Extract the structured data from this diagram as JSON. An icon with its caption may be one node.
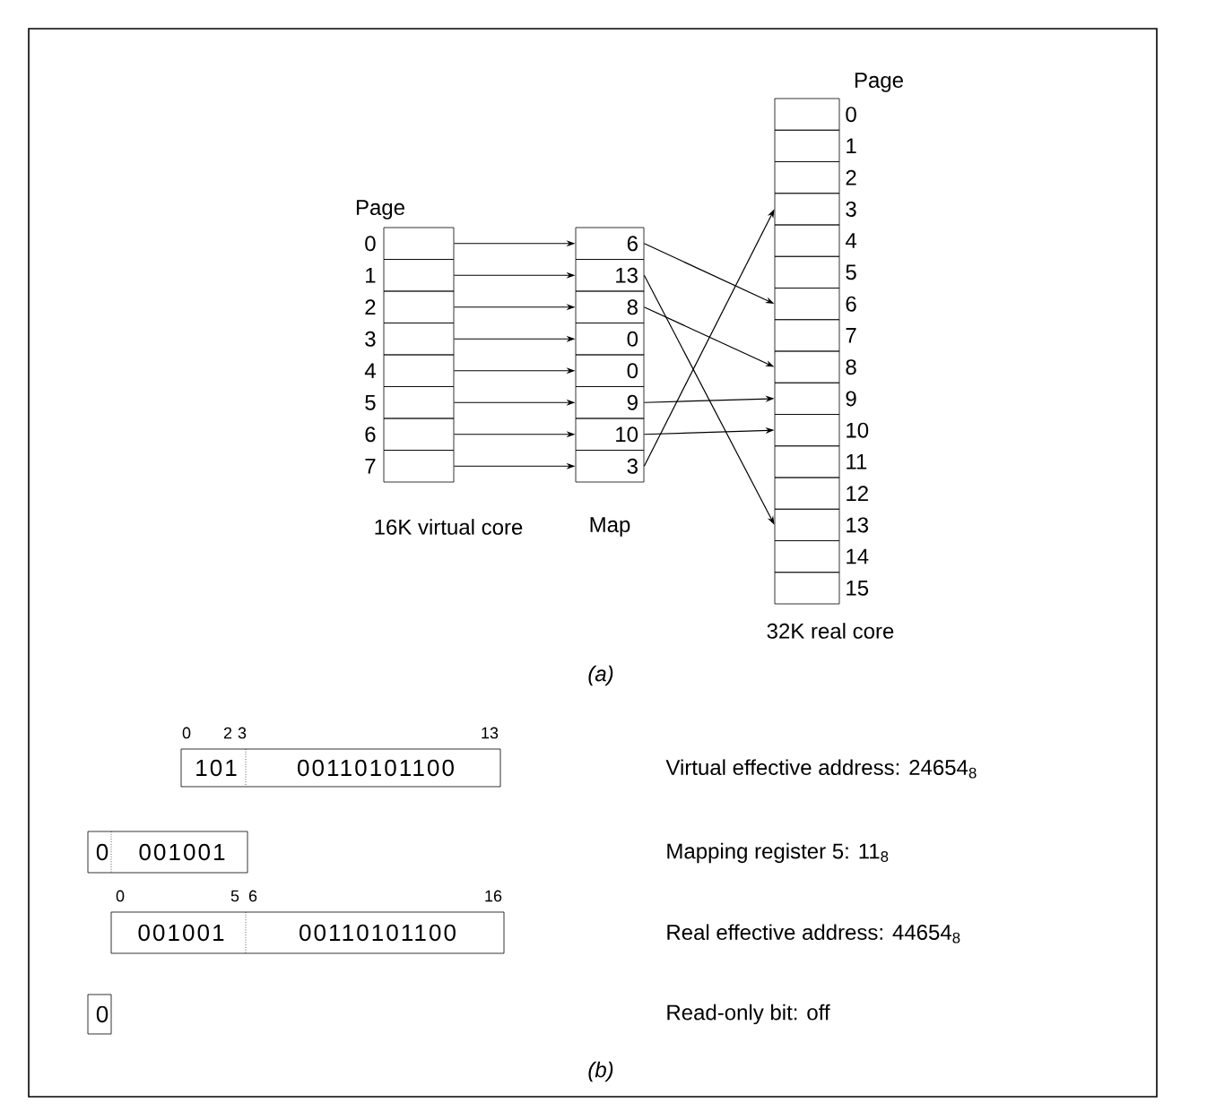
{
  "diagram": {
    "nodes": [
      {
        "text": [],
        "shape": "box",
        "beside": [
          "0"
        ]
      },
      {
        "text": [],
        "shape": "box",
        "beside": [
          "1"
        ]
      },
      {
        "text": [],
        "shape": "box",
        "beside": [
          "2"
        ]
      },
      {
        "text": [],
        "shape": "box",
        "beside": [
          "3"
        ]
      },
      {
        "text": [],
        "shape": "box",
        "beside": [
          "4"
        ]
      },
      {
        "text": [],
        "shape": "box",
        "beside": [
          "5"
        ]
      },
      {
        "text": [],
        "shape": "box",
        "beside": [
          "6"
        ]
      },
      {
        "text": [],
        "shape": "box",
        "beside": [
          "7"
        ]
      },
      {
        "text": [
          "6"
        ]
      },
      {
        "text": [
          "13"
        ]
      },
      {
        "text": [
          "8"
        ]
      },
      {
        "text": [
          "0"
        ]
      },
      {
        "text": [
          "0"
        ]
      },
      {
        "text": [
          "9"
        ]
      },
      {
        "text": [
          "10"
        ]
      },
      {
        "text": [
          "3"
        ]
      },
      {
        "text": [],
        "shape": "box",
        "beside": [
          "0"
        ]
      },
      {
        "text": [],
        "shape": "box",
        "beside": [
          "1"
        ]
      },
      {
        "text": [],
        "shape": "box",
        "beside": [
          "2"
        ]
      },
      {
        "text": [],
        "shape": "box",
        "beside": [
          "3"
        ]
      },
      {
        "text": [],
        "shape": "box",
        "beside": [
          "4"
        ]
      },
      {
        "text": [],
        "shape": "box",
        "beside": [
          "5"
        ]
      },
      {
        "text": [],
        "shape": "box",
        "beside": [
          "6"
        ]
      },
      {
        "text": [],
        "shape": "box",
        "beside": [
          "7"
        ]
      },
      {
        "text": [],
        "shape": "box",
        "beside": [
          "8"
        ]
      },
      {
        "text": [],
        "shape": "box",
        "beside": [
          "9"
        ]
      },
      {
        "text": [],
        "shape": "box",
        "beside": [
          "10"
        ]
      },
      {
        "text": [],
        "shape": "box",
        "beside": [
          "11"
        ]
      },
      {
        "text": [],
        "shape": "box",
        "beside": [
          "12"
        ]
      },
      {
        "text": [],
        "shape": "box",
        "beside": [
          "13"
        ]
      },
      {
        "text": [],
        "shape": "box",
        "beside": [
          "14"
        ]
      },
      {
        "text": [],
        "shape": "box",
        "beside": [
          "15"
        ]
      },
      {
        "text": [
          "101",
          "00110101100"
        ],
        "beside": [
          "0",
          "2",
          "3",
          "13"
        ]
      },
      {
        "text": [
          "0",
          "001001"
        ]
      },
      {
        "text": [
          "001001",
          "00110101100"
        ],
        "beside": [
          "0",
          "5",
          "6",
          "16"
        ]
      },
      {
        "text": [
          "0"
        ]
      }
    ],
    "edges": [
      {
        "from": 0,
        "to": 8,
        "arrow": "to"
      },
      {
        "from": 1,
        "to": 9,
        "arrow": "to"
      },
      {
        "from": 2,
        "to": 10,
        "arrow": "to"
      },
      {
        "from": 3,
        "to": 11,
        "arrow": "to"
      },
      {
        "from": 4,
        "to": 12,
        "arrow": "to"
      },
      {
        "from": 5,
        "to": 13,
        "arrow": "to"
      },
      {
        "from": 6,
        "to": 14,
        "arrow": "to"
      },
      {
        "from": 7,
        "to": 15,
        "arrow": "to"
      },
      {
        "from": 8,
        "to": 22,
        "arrow": "to"
      },
      {
        "from": 9,
        "to": 29,
        "arrow": "to"
      },
      {
        "from": 10,
        "to": 24,
        "arrow": "to"
      },
      {
        "from": 13,
        "to": 25,
        "arrow": "to"
      },
      {
        "from": 14,
        "to": 26,
        "arrow": "to"
      },
      {
        "from": 15,
        "to": 19,
        "arrow": "to"
      }
    ],
    "labels": [
      "Page",
      "Page",
      "16K virtual core",
      "Map",
      "32K real core",
      "(a)",
      "Virtual effective address: 24654$_{8}$",
      "Mapping register 5: 11$_{8}$",
      "Real effective address: 44654$_{8}$",
      "Read-only bit: off",
      "(b)"
    ]
  }
}
